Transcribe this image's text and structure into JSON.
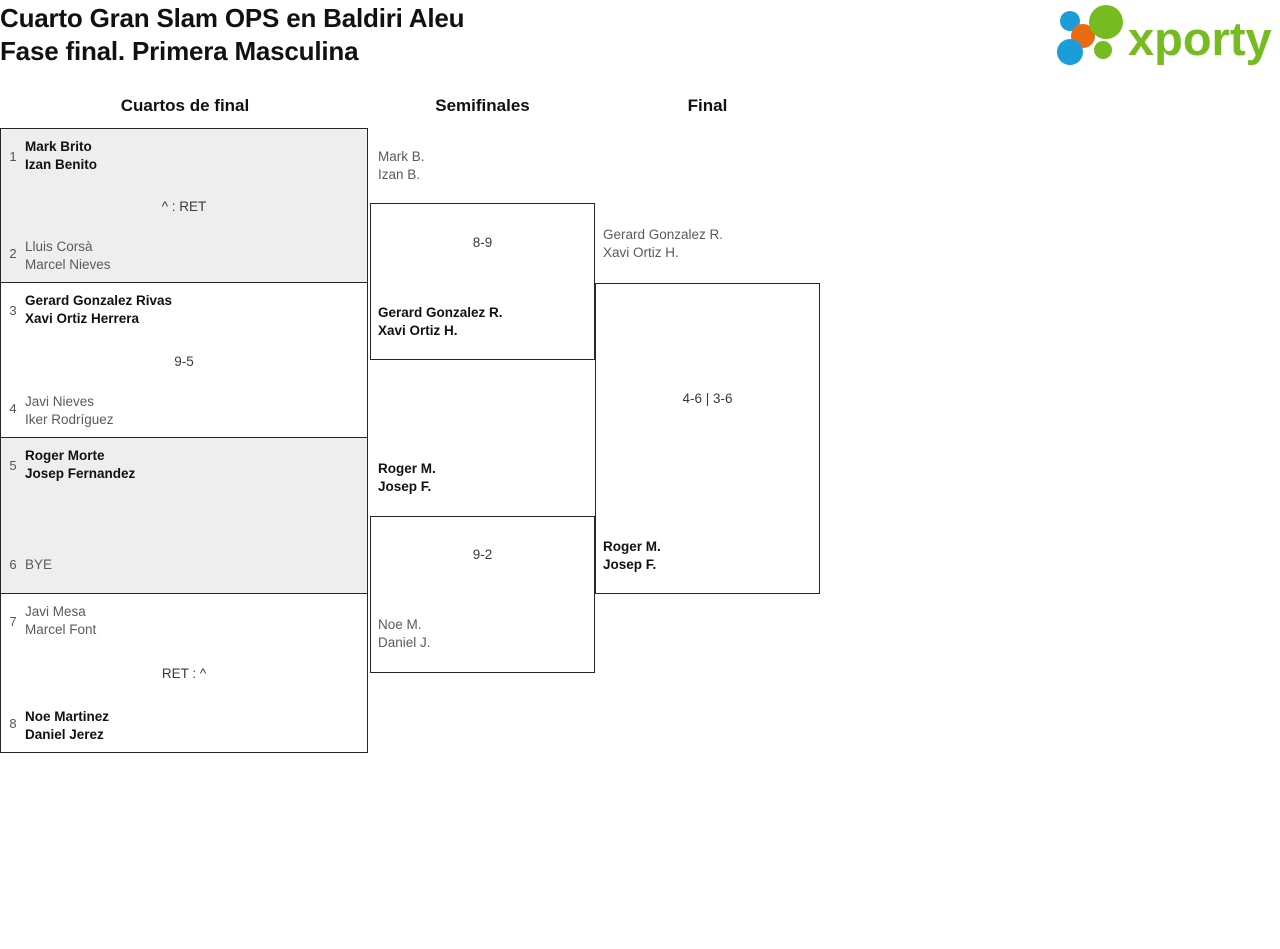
{
  "header": {
    "title_line1": "Cuarto Gran Slam OPS en Baldiri Aleu",
    "title_line2": "Fase final. Primera Masculina",
    "logo_text": "xporty",
    "logo_colors": {
      "green": "#76bc21",
      "orange": "#ea6a10",
      "blue": "#1b9dd9"
    }
  },
  "rounds": [
    {
      "label": "Cuartos de final"
    },
    {
      "label": "Semifinales"
    },
    {
      "label": "Final"
    }
  ],
  "quarterfinals": [
    {
      "shaded": true,
      "score": "^ : RET",
      "top": {
        "seed": "1",
        "name1": "Mark Brito",
        "name2": "Izan Benito",
        "winner": true
      },
      "bottom": {
        "seed": "2",
        "name1": "Lluis Corsà",
        "name2": "Marcel Nieves",
        "winner": false
      }
    },
    {
      "shaded": false,
      "score": "9-5",
      "top": {
        "seed": "3",
        "name1": "Gerard Gonzalez Rivas",
        "name2": "Xavi Ortiz Herrera",
        "winner": true
      },
      "bottom": {
        "seed": "4",
        "name1": "Javi Nieves",
        "name2": "Iker Rodríguez",
        "winner": false
      }
    },
    {
      "shaded": true,
      "score": "",
      "top": {
        "seed": "5",
        "name1": "Roger Morte",
        "name2": "Josep Fernandez",
        "winner": true
      },
      "bottom": {
        "seed": "6",
        "name1": "BYE",
        "name2": "",
        "winner": false
      }
    },
    {
      "shaded": false,
      "score": "RET : ^",
      "top": {
        "seed": "7",
        "name1": "Javi Mesa",
        "name2": "Marcel Font",
        "winner": false
      },
      "bottom": {
        "seed": "8",
        "name1": "Noe Martinez",
        "name2": "Daniel Jerez",
        "winner": true
      }
    }
  ],
  "semifinals": [
    {
      "score": "8-9",
      "top": {
        "name1": "Mark B.",
        "name2": "Izan B.",
        "winner": false
      },
      "bottom": {
        "name1": "Gerard Gonzalez R.",
        "name2": "Xavi Ortiz H.",
        "winner": true
      }
    },
    {
      "score": "9-2",
      "top": {
        "name1": "Roger M.",
        "name2": "Josep F.",
        "winner": true
      },
      "bottom": {
        "name1": "Noe M.",
        "name2": "Daniel J.",
        "winner": false
      }
    }
  ],
  "final": {
    "score": "4-6 | 3-6",
    "top": {
      "name1": "Gerard Gonzalez R.",
      "name2": "Xavi Ortiz H.",
      "winner": false
    },
    "bottom": {
      "name1": "Roger M.",
      "name2": "Josep F.",
      "winner": true
    }
  }
}
